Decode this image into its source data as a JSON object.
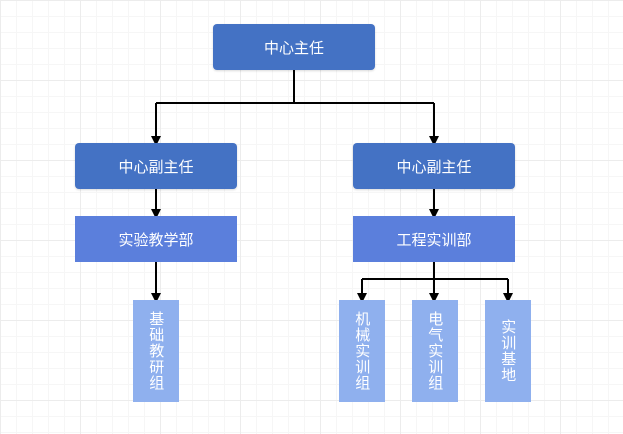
{
  "colors": {
    "primary": "#4472c4",
    "dept": "#5b7fdc",
    "group": "#8fb0ee",
    "connector": "#000000"
  },
  "nodes": {
    "director": "中心主任",
    "deputy_left": "中心副主任",
    "deputy_right": "中心副主任",
    "dept_teaching": "实验教学部",
    "dept_engineering": "工程实训部",
    "group_basic": "基础教研组",
    "group_mechanical": "机械实训组",
    "group_electrical": "电气实训组",
    "group_base": "实训基地"
  }
}
